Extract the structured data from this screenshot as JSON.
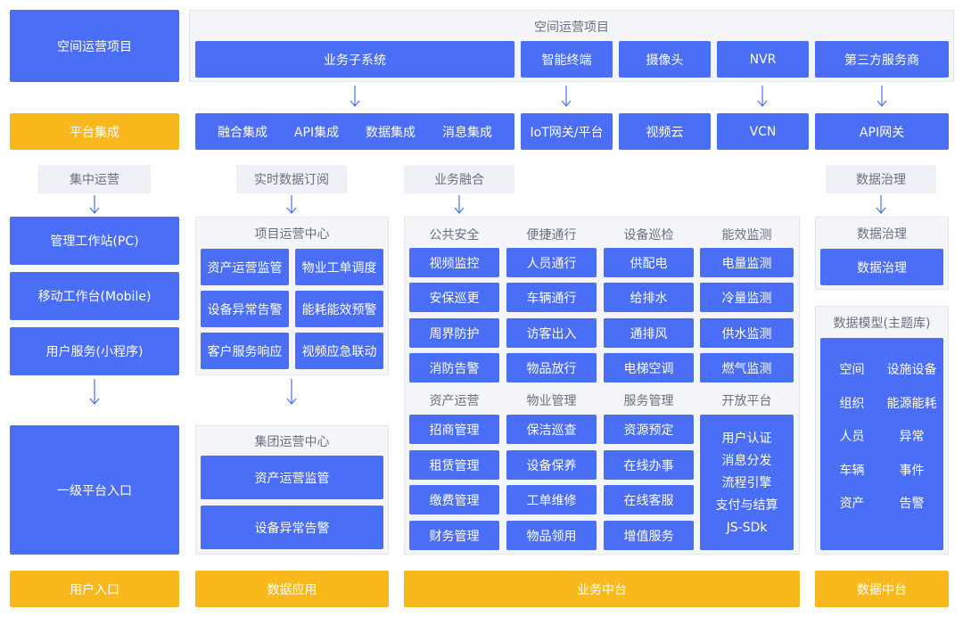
{
  "left": {
    "top_title": "空间运营项目",
    "platform_integration": "平台集成",
    "centralized_ops": "集中运营",
    "workstation_pc": "管理工作站(PC)",
    "workstation_mobile": "移动工作台(Mobile)",
    "user_service": "用户服务(小程序)",
    "level1_entry": "一级平台入口",
    "bottom": "用户入口"
  },
  "top": {
    "title": "空间运营项目",
    "items": [
      "业务子系统",
      "智能终端",
      "摄像头",
      "NVR",
      "第三方服务商"
    ]
  },
  "integration": {
    "group1": [
      "融合集成",
      "API集成",
      "数据集成",
      "消息集成"
    ],
    "iot": "IoT网关/平台",
    "video_cloud": "视频云",
    "vcn": "VCN",
    "api_gateway": "API网关"
  },
  "mid_labels": {
    "realtime_sub": "实时数据订阅",
    "biz_fusion": "业务融合",
    "data_gov": "数据治理"
  },
  "project_center": {
    "title": "项目运营中心",
    "items": [
      "资产运营监管",
      "物业工单调度",
      "设备异常告警",
      "能耗能效预警",
      "客户服务响应",
      "视频应急联动"
    ]
  },
  "group_center": {
    "title": "集团运营中心",
    "items": [
      "资产运营监管",
      "设备异常告警"
    ]
  },
  "biz": {
    "heads_top": [
      "公共安全",
      "便捷通行",
      "设备巡检",
      "能效监测"
    ],
    "cols_top": [
      [
        "视频监控",
        "安保巡更",
        "周界防护",
        "消防告警"
      ],
      [
        "人员通行",
        "车辆通行",
        "访客出入",
        "物品放行"
      ],
      [
        "供配电",
        "给排水",
        "通排风",
        "电梯空调"
      ],
      [
        "电量监测",
        "冷量监测",
        "供水监测",
        "燃气监测"
      ]
    ],
    "heads_bottom": [
      "资产运营",
      "物业管理",
      "服务管理",
      "开放平台"
    ],
    "cols_bottom": [
      [
        "招商管理",
        "租赁管理",
        "缴费管理",
        "财务管理"
      ],
      [
        "保洁巡查",
        "设备保养",
        "工单维修",
        "物品领用"
      ],
      [
        "资源预定",
        "在线办事",
        "在线客服",
        "增值服务"
      ]
    ],
    "open_platform": [
      "用户认证",
      "消息分发",
      "流程引擎",
      "支付与结算",
      "JS-SDk"
    ]
  },
  "data_gov": {
    "title": "数据治理",
    "item": "数据治理"
  },
  "data_model": {
    "title": "数据模型(主题库)",
    "items": [
      "空间",
      "设施设备",
      "组织",
      "能源能耗",
      "人员",
      "异常",
      "车辆",
      "事件",
      "资产",
      "告警"
    ]
  },
  "bottom": {
    "data_app": "数据应用",
    "biz_middle": "业务中台",
    "data_middle": "数据中台"
  },
  "colors": {
    "blue": "#4a6ef5",
    "yellow": "#f9b91c",
    "panel": "#f3f5f9",
    "label_gray": "#6a7080"
  }
}
